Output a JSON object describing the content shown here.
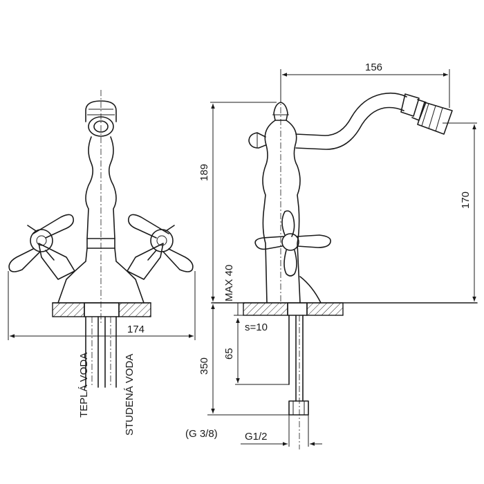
{
  "dimensions": {
    "width_total": "174",
    "spout_reach": "156",
    "height_total": "189",
    "spout_height": "170",
    "deck_max": "MAX 40",
    "hose_length": "350",
    "tail_length": "65",
    "wall_thickness": "s=10",
    "thread_main": "G1/2",
    "thread_hose": "(G 3/8)"
  },
  "labels": {
    "hot_water": "TEPLÁ VODA",
    "cold_water": "STUDENÁ VODA"
  },
  "colors": {
    "line": "#1a1a1a",
    "background": "#ffffff"
  }
}
